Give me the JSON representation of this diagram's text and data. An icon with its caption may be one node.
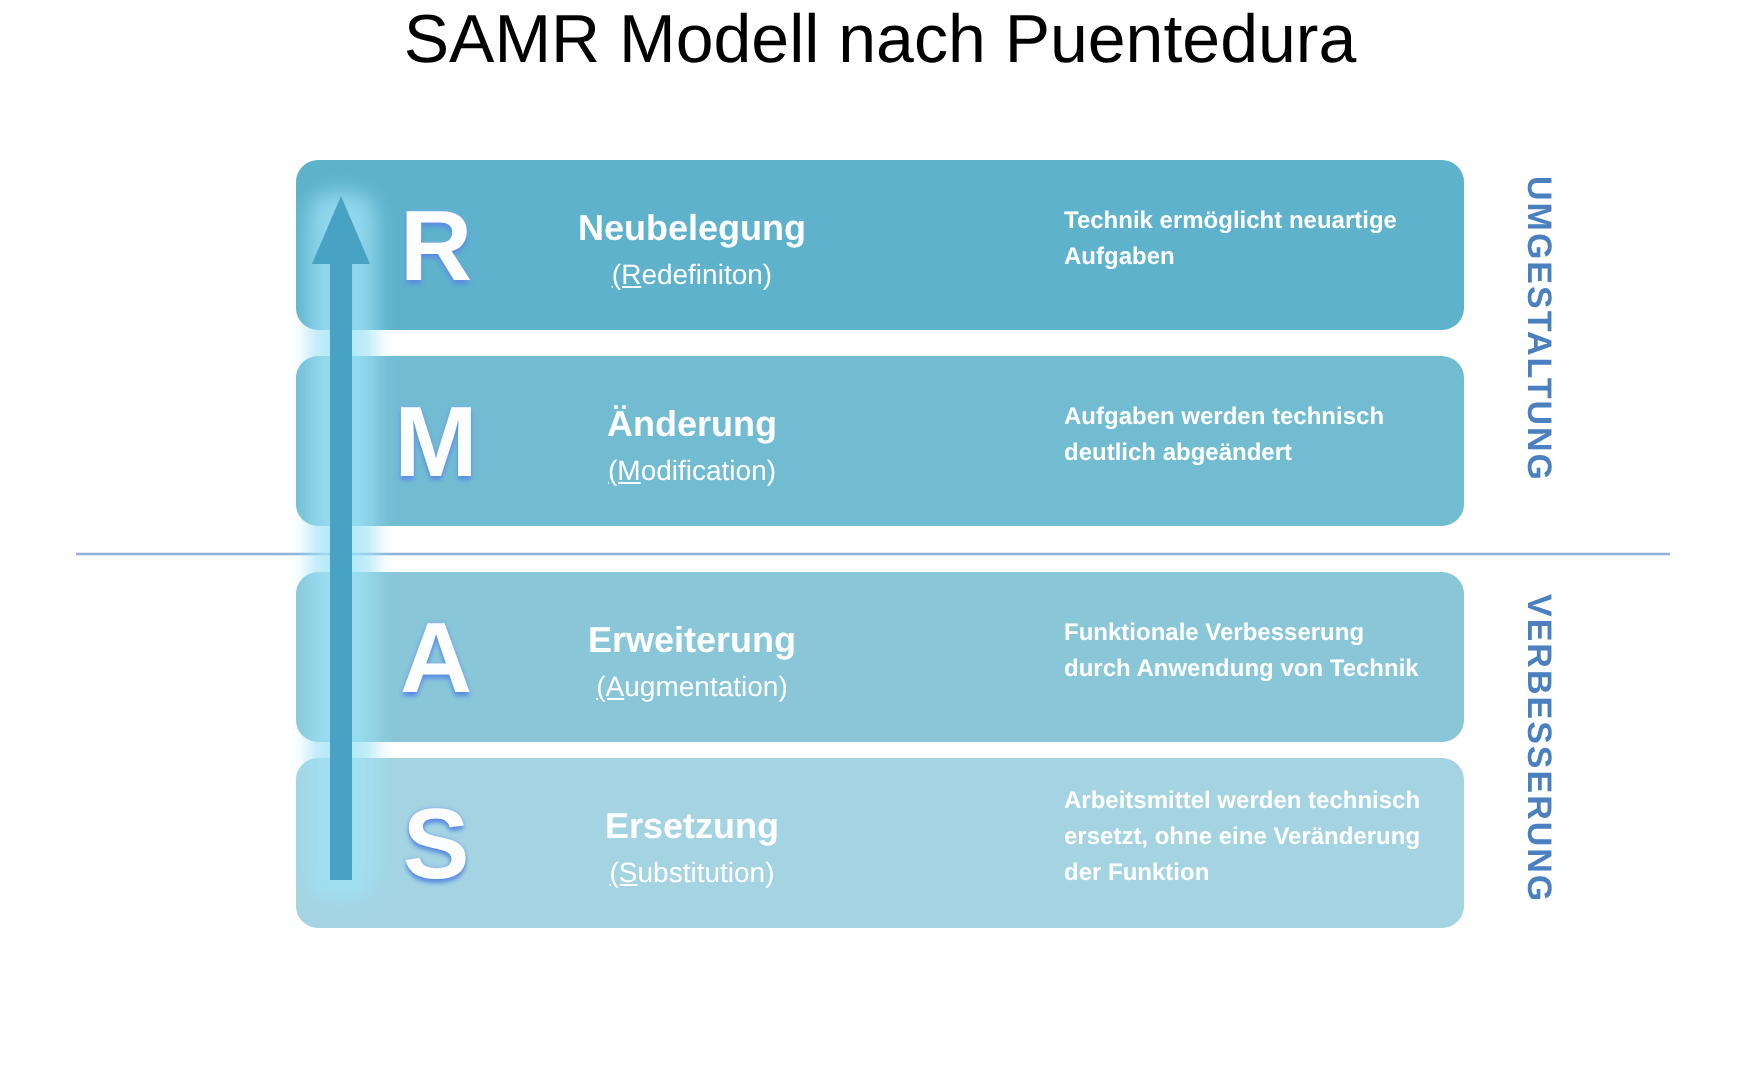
{
  "diagram": {
    "title": "SAMR Modell nach Puentedura",
    "nodes": [
      {
        "text": [
          "R",
          "Neubelegung",
          "(Redefiniton)",
          "Technik ermöglicht neuartige Aufgaben"
        ]
      },
      {
        "text": [
          "M",
          "Änderung",
          "(Modification)",
          "Aufgaben werden technisch deutlich abgeändert"
        ]
      },
      {
        "text": [
          "A",
          "Erweiterung",
          "(Augmentation)",
          "Funktionale Verbesserung durch Anwendung von Technik"
        ]
      },
      {
        "text": [
          "S",
          "Ersetzung",
          "(Substitution)",
          "Arbeitsmittel werden technisch ersetzt, ohne eine Veränderung der Funktion"
        ]
      }
    ],
    "labels": [
      "UMGESTALTUNG",
      "VERBESSERUNG"
    ]
  }
}
